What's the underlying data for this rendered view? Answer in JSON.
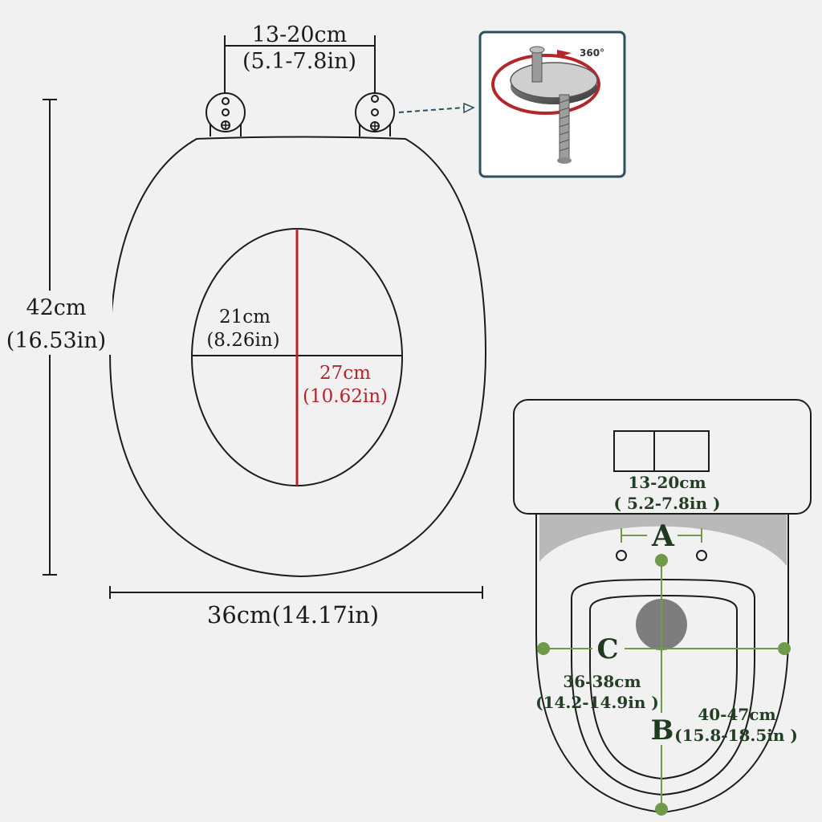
{
  "seat_diagram": {
    "hinge_spacing": {
      "cm": "13-20cm",
      "in": "(5.1-7.8in)"
    },
    "seat_length": {
      "cm": "42cm",
      "in": "(16.53in)"
    },
    "seat_width": "36cm(14.17in)",
    "opening_width": {
      "cm": "21cm",
      "in": "(8.26in)"
    },
    "opening_length": {
      "cm": "27cm",
      "in": "(10.62in)"
    }
  },
  "hinge_inset": {
    "rotation_label": "360°"
  },
  "toilet_diagram": {
    "bolt_spacing": {
      "cm": "13-20cm",
      "in": "( 5.2-7.8in )"
    },
    "marker_a": "A",
    "marker_b": "B",
    "marker_c": "C",
    "bowl_width": {
      "cm": "36-38cm",
      "in": "(14.2-14.9in )"
    },
    "bowl_length": {
      "cm": "40-47cm",
      "in": "(15.8-18.5in )"
    }
  },
  "colors": {
    "line": "#1b1b1b",
    "red_dimension": "#b3262a",
    "green_marker": "#6f9a4a",
    "green_text": "#233f24",
    "inset_border": "#2e4f5e",
    "background": "#f1f1f1"
  }
}
